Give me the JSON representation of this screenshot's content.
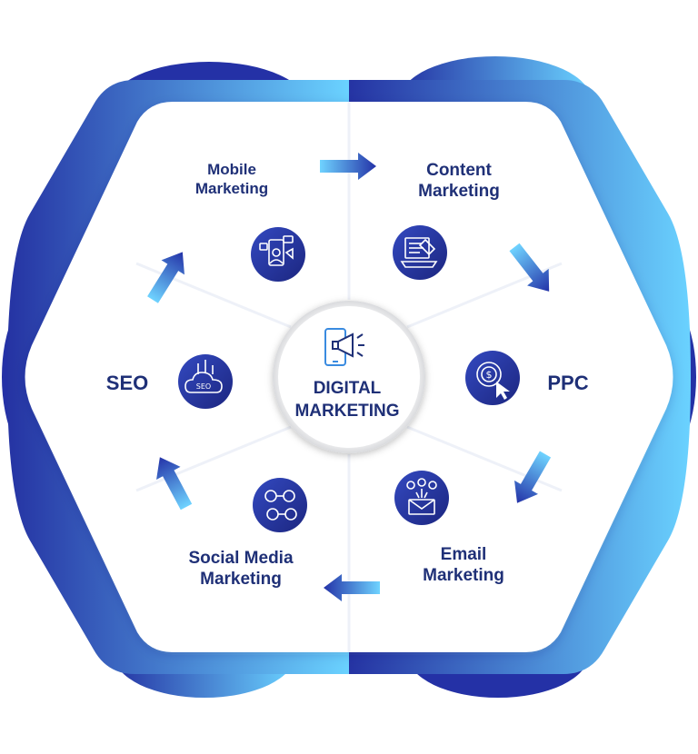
{
  "center": {
    "title": "DIGITAL\nMARKETING",
    "icon": "megaphone-phone-icon"
  },
  "segments": [
    {
      "id": "mobile",
      "label": "Mobile\nMarketing",
      "icon": "mobile-marketing-icon"
    },
    {
      "id": "content",
      "label": "Content\nMarketing",
      "icon": "content-writing-icon"
    },
    {
      "id": "ppc",
      "label": "PPC",
      "icon": "dollar-click-icon"
    },
    {
      "id": "email",
      "label": "Email\nMarketing",
      "icon": "email-audience-icon"
    },
    {
      "id": "social",
      "label": "Social Media\nMarketing",
      "icon": "social-media-icon"
    },
    {
      "id": "seo",
      "label": "SEO",
      "icon": "seo-cloud-icon"
    }
  ],
  "colors": {
    "dark_blue": "#2432a0",
    "light_blue": "#6fd0ff",
    "text": "#1f3077"
  }
}
